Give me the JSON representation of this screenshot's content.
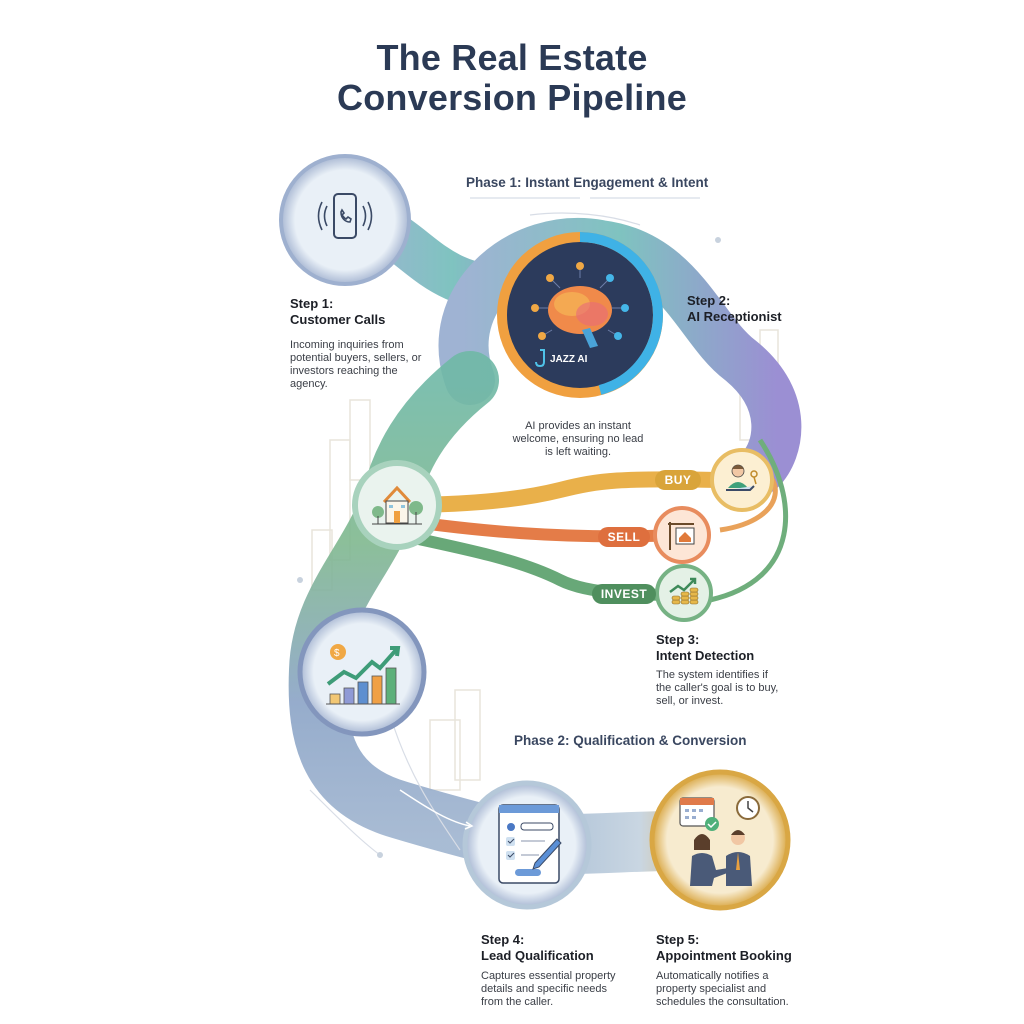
{
  "title": {
    "line1": "The Real Estate",
    "line2": "Conversion Pipeline"
  },
  "phases": [
    {
      "label": "Phase 1: Instant Engagement & Intent"
    },
    {
      "label": "Phase 2: Qualification & Conversion"
    }
  ],
  "steps": [
    {
      "number": "Step 1:",
      "name": "Customer Calls",
      "description": "Incoming inquiries from potential buyers, sellers, or investors reaching the agency.",
      "icon": "phone-ringing-icon"
    },
    {
      "number": "Step 2:",
      "name": "AI Receptionist",
      "description": "AI provides an instant welcome, ensuring no lead is left waiting.",
      "icon": "brain-network-icon",
      "brand": "JAZZ AI"
    },
    {
      "number": "Step 3:",
      "name": "Intent Detection",
      "description": "The system identifies if the caller's goal is to buy, sell, or invest.",
      "icon": "house-icon"
    },
    {
      "number": "Step 4:",
      "name": "Lead Qualification",
      "description": "Captures essential property details and specific needs from the caller.",
      "icon": "form-checklist-icon"
    },
    {
      "number": "Step 5:",
      "name": "Appointment Booking",
      "description": "Automatically notifies a property specialist and schedules the consultation.",
      "icon": "handshake-calendar-icon"
    }
  ],
  "intents": [
    {
      "label": "BUY",
      "color": "#d9a43a",
      "icon": "hand-keys-icon"
    },
    {
      "label": "SELL",
      "color": "#de6f3e",
      "icon": "for-sale-sign-icon"
    },
    {
      "label": "INVEST",
      "color": "#4f8f5e",
      "icon": "growth-coins-icon"
    }
  ],
  "colors": {
    "title": "#2b3a55",
    "path_blue": "#8aa3c6",
    "path_teal": "#6fb9b4",
    "path_orange": "#e9a93f",
    "path_green": "#6fae7c",
    "path_purple": "#8e8fcf"
  }
}
